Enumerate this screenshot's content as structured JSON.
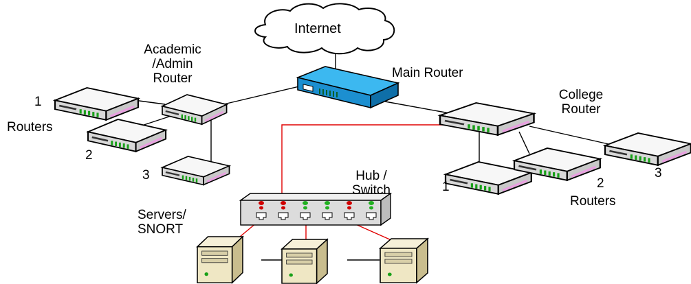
{
  "internet_label": "Internet",
  "main_router_label": "Main Router",
  "academic_router_label": [
    "Academic",
    "/Admin",
    "Router"
  ],
  "college_router_label": [
    "College",
    "Router"
  ],
  "left_routers": {
    "label": "Routers",
    "numbers": [
      "1",
      "2",
      "3"
    ]
  },
  "right_routers": {
    "label": "Routers",
    "numbers": [
      "1",
      "2",
      "3"
    ]
  },
  "hub_label": [
    "Hub /",
    "Switch"
  ],
  "servers_label": [
    "Servers/",
    "SNORT"
  ],
  "hub_port_leds": [
    "red",
    "red",
    "green",
    "green",
    "red",
    "green"
  ],
  "colors": {
    "main_router": "#1ca3e8",
    "router_body": "#eeeeee",
    "router_led": "#18a018",
    "router_stripe": "#e8a0e0",
    "red_link": "#e00000",
    "black_link": "#000000",
    "server_body": "#efe7c4"
  }
}
